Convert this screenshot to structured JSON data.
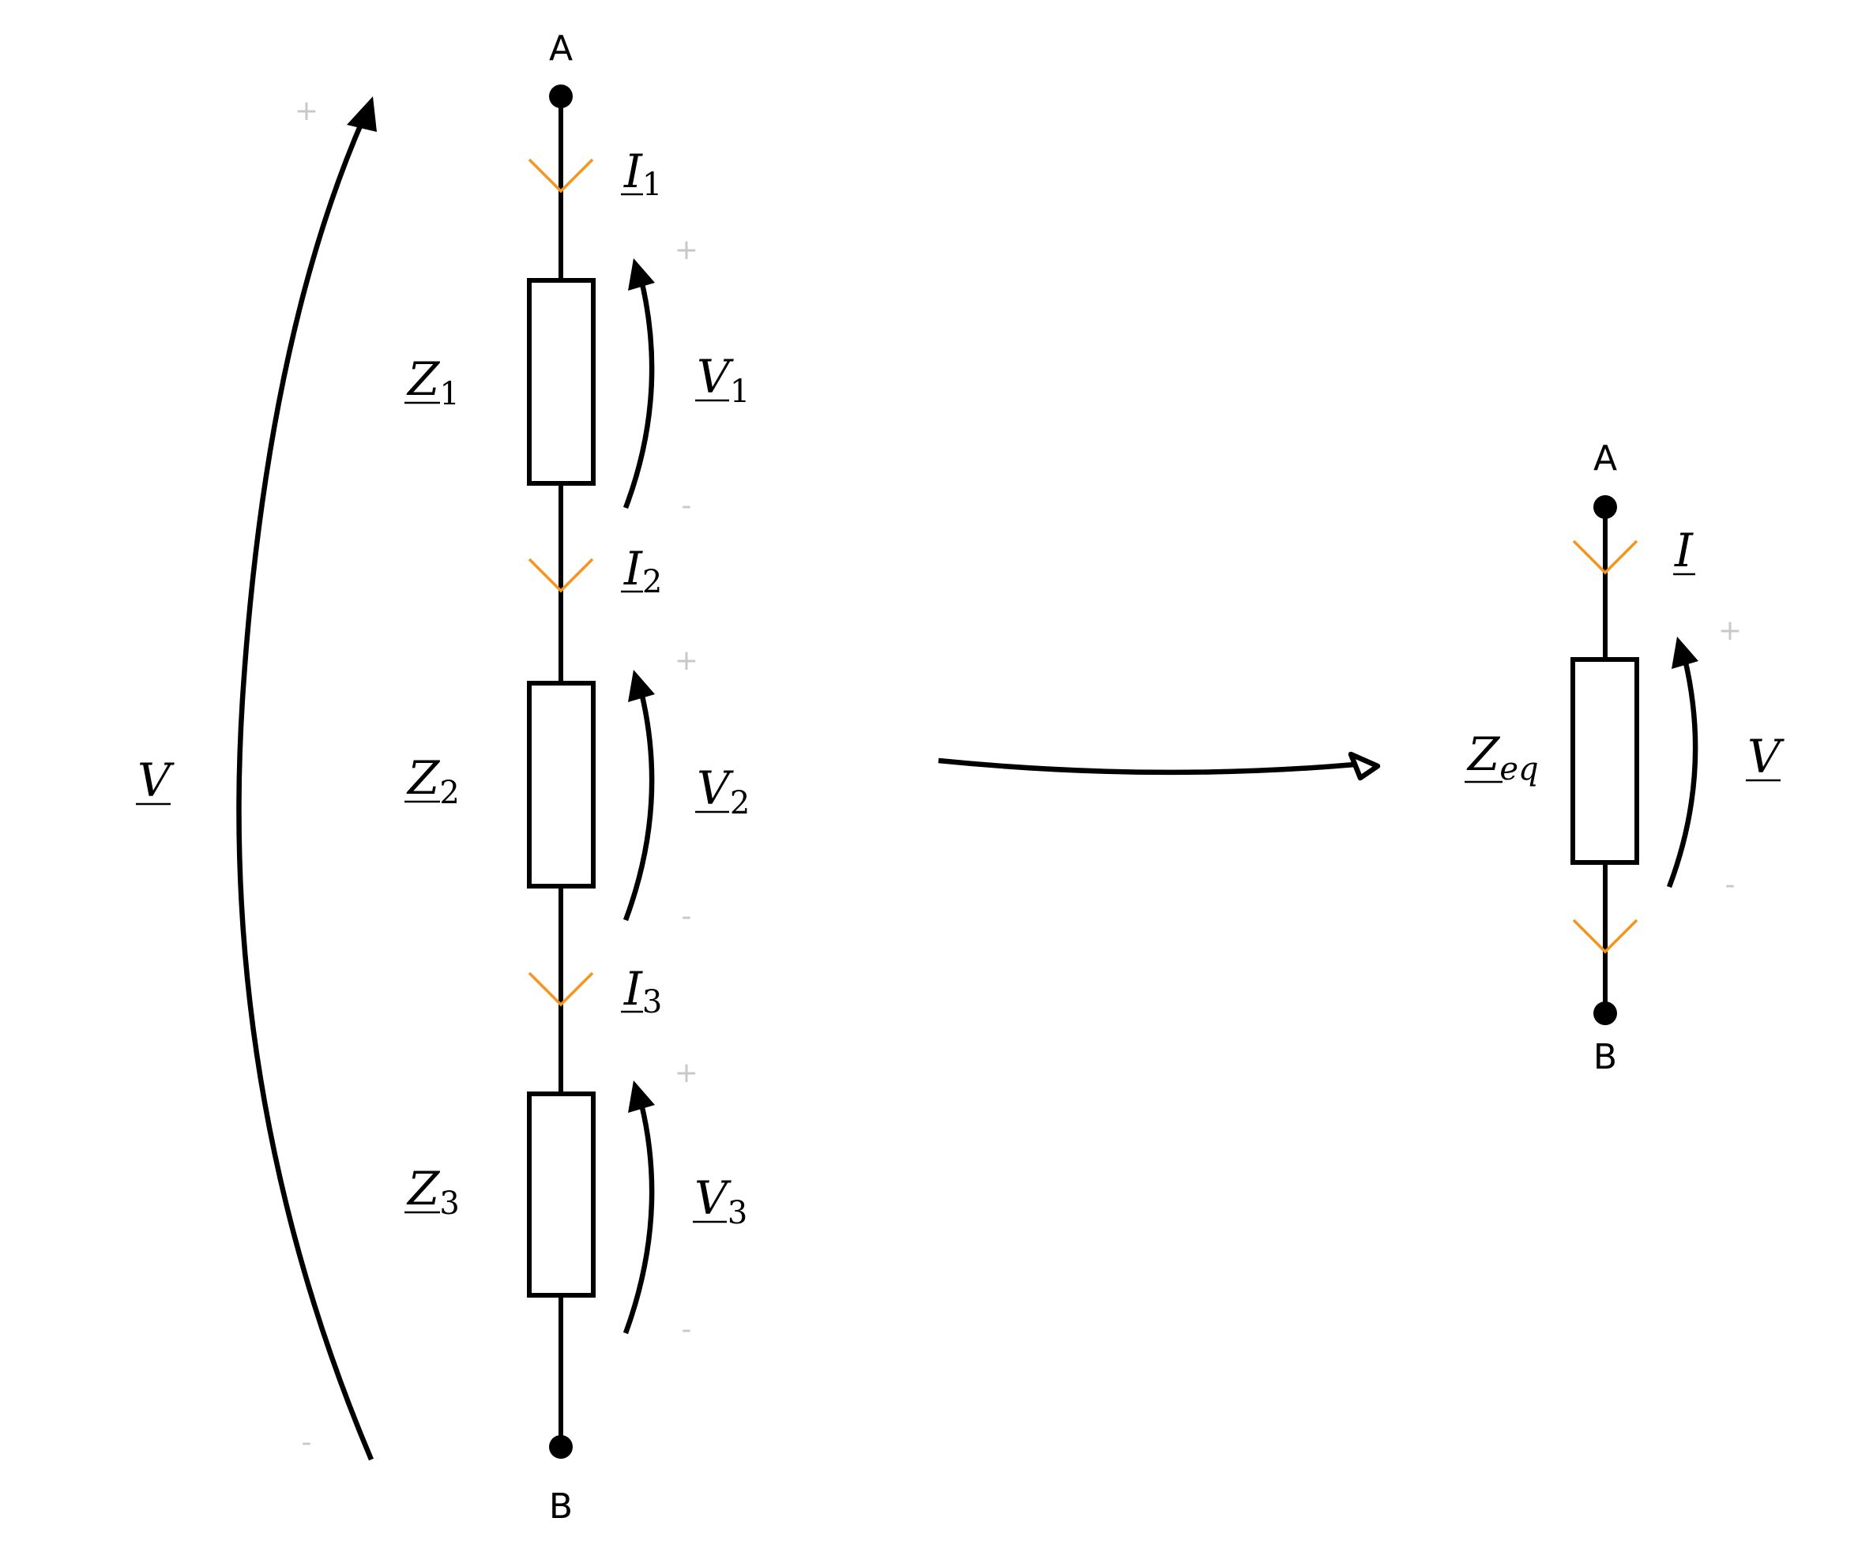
{
  "series_circuit": {
    "node_top": "A",
    "node_bottom": "B",
    "total_voltage": {
      "symbol": "V",
      "sub": "",
      "plus": "+",
      "minus": "-"
    },
    "elements": [
      {
        "impedance": "Z",
        "imp_sub": "1",
        "current": "I",
        "cur_sub": "1",
        "voltage": "V",
        "volt_sub": "1",
        "plus": "+",
        "minus": "-"
      },
      {
        "impedance": "Z",
        "imp_sub": "2",
        "current": "I",
        "cur_sub": "2",
        "voltage": "V",
        "volt_sub": "2",
        "plus": "+",
        "minus": "-"
      },
      {
        "impedance": "Z",
        "imp_sub": "3",
        "current": "I",
        "cur_sub": "3",
        "voltage": "V",
        "volt_sub": "3",
        "plus": "+",
        "minus": "-"
      }
    ]
  },
  "equivalent_circuit": {
    "node_top": "A",
    "node_bottom": "B",
    "impedance": "Z",
    "imp_sub": "eq",
    "current": "I",
    "voltage": "V",
    "plus": "+",
    "minus": "-"
  },
  "colors": {
    "wire": "#000000",
    "current_marker": "#f7941d",
    "polarity_sign": "#c8c8c8"
  }
}
